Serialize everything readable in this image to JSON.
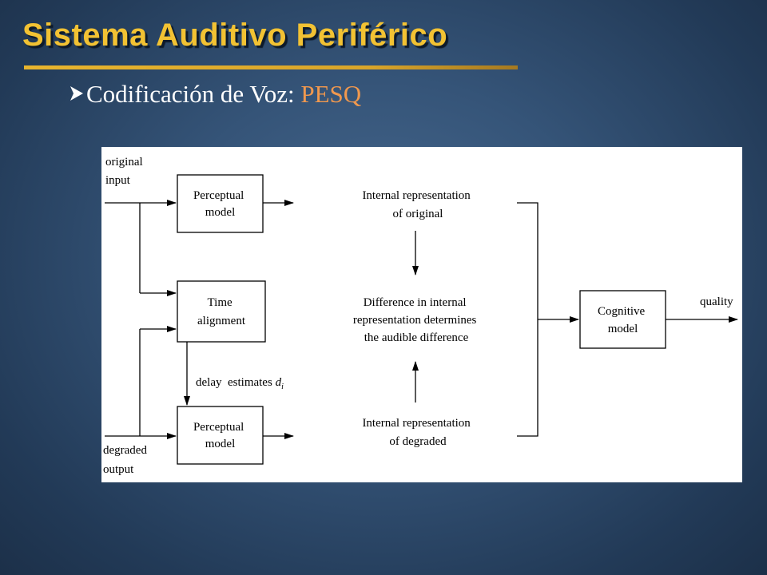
{
  "slide": {
    "title": "Sistema Auditivo Periférico",
    "bullet_icon": "arrow-bullet-icon",
    "bullet_text": "Codificación de Voz: ",
    "bullet_accent": "PESQ",
    "colors": {
      "title": "#f2c233",
      "accent": "#f0984e",
      "text": "#ffffff"
    }
  },
  "diagram": {
    "original_input": [
      "original",
      "input"
    ],
    "degraded_output": [
      "degraded",
      "output"
    ],
    "perceptual_model_top": [
      "Perceptual",
      "model"
    ],
    "time_alignment": [
      "Time",
      "alignment"
    ],
    "perceptual_model_bottom": [
      "Perceptual",
      "model"
    ],
    "delay_estimates": "delay  estimates",
    "delay_symbol": "d",
    "delay_subscript": "i",
    "internal_original": [
      "Internal representation",
      "of original"
    ],
    "difference": [
      "Difference in internal",
      "representation determines",
      "the audible difference"
    ],
    "internal_degraded": [
      "Internal representation",
      "of degraded"
    ],
    "cognitive_model": [
      "Cognitive",
      "model"
    ],
    "quality": "quality"
  }
}
